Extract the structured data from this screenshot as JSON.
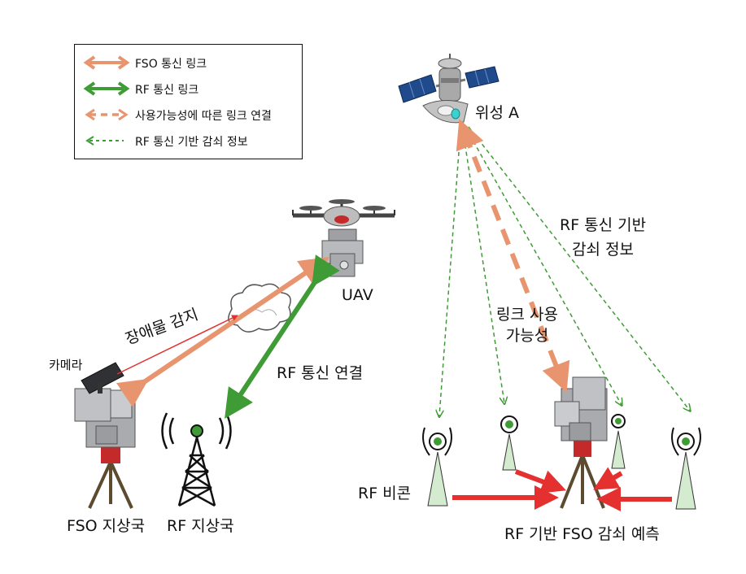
{
  "legend": {
    "items": [
      {
        "label": "FSO 통신 링크",
        "color": "#e8956f",
        "style": "solid"
      },
      {
        "label": "RF 통신 링크",
        "color": "#3f9b35",
        "style": "solid"
      },
      {
        "label": "사용가능성에 따른 링크 연결",
        "color": "#e8956f",
        "style": "dashed"
      },
      {
        "label": "RF 통신 기반 감쇠 정보",
        "color": "#3f9b35",
        "style": "dashed"
      }
    ]
  },
  "labels": {
    "satellite": "위성 A",
    "uav": "UAV",
    "rf_atten_info": "RF 통신 기반\n감쇠 정보",
    "link_availability": "링크 사용\n가능성",
    "obstacle_detect": "장애물 감지",
    "camera": "카메라",
    "rf_connection": "RF 통신 연결",
    "fso_ground": "FSO 지상국",
    "rf_ground": "RF 지상국",
    "rf_beacon": "RF 비콘",
    "prediction": "RF 기반 FSO 감쇠 예측"
  },
  "colors": {
    "fso": "#e8956f",
    "rf": "#3f9b35",
    "alert": "#e53030",
    "beacon": "#d5ebcf"
  }
}
